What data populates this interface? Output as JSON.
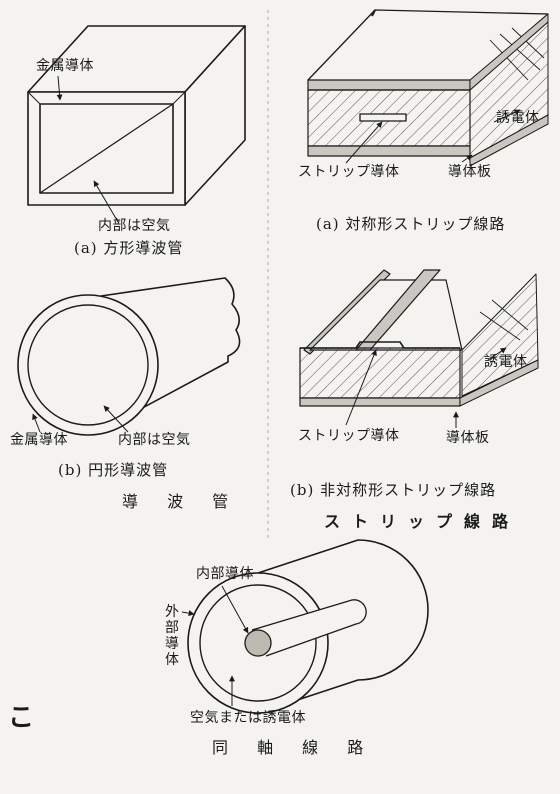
{
  "waveguide": {
    "rect": {
      "label_metal": "金属導体",
      "label_inside": "内部は空気",
      "caption": "(a) 方形導波管"
    },
    "circ": {
      "label_metal": "金属導体",
      "label_inside": "内部は空気",
      "caption": "(b) 円形導波管"
    },
    "section_title": "導 波 管"
  },
  "stripline": {
    "sym": {
      "label_dielectric": "誘電体",
      "label_strip": "ストリップ導体",
      "label_plate": "導体板",
      "caption": "(a) 対称形ストリップ線路"
    },
    "asym": {
      "label_dielectric": "誘電体",
      "label_strip": "ストリップ導体",
      "label_plate": "導体板",
      "caption": "(b) 非対称形ストリップ線路"
    },
    "section_title": "ストリップ線路"
  },
  "coax": {
    "label_inner": "内部導体",
    "label_outer": "外部導体",
    "label_fill": "空気または誘電体",
    "section_title": "同 軸 線 路"
  },
  "margin_mark": "こ"
}
